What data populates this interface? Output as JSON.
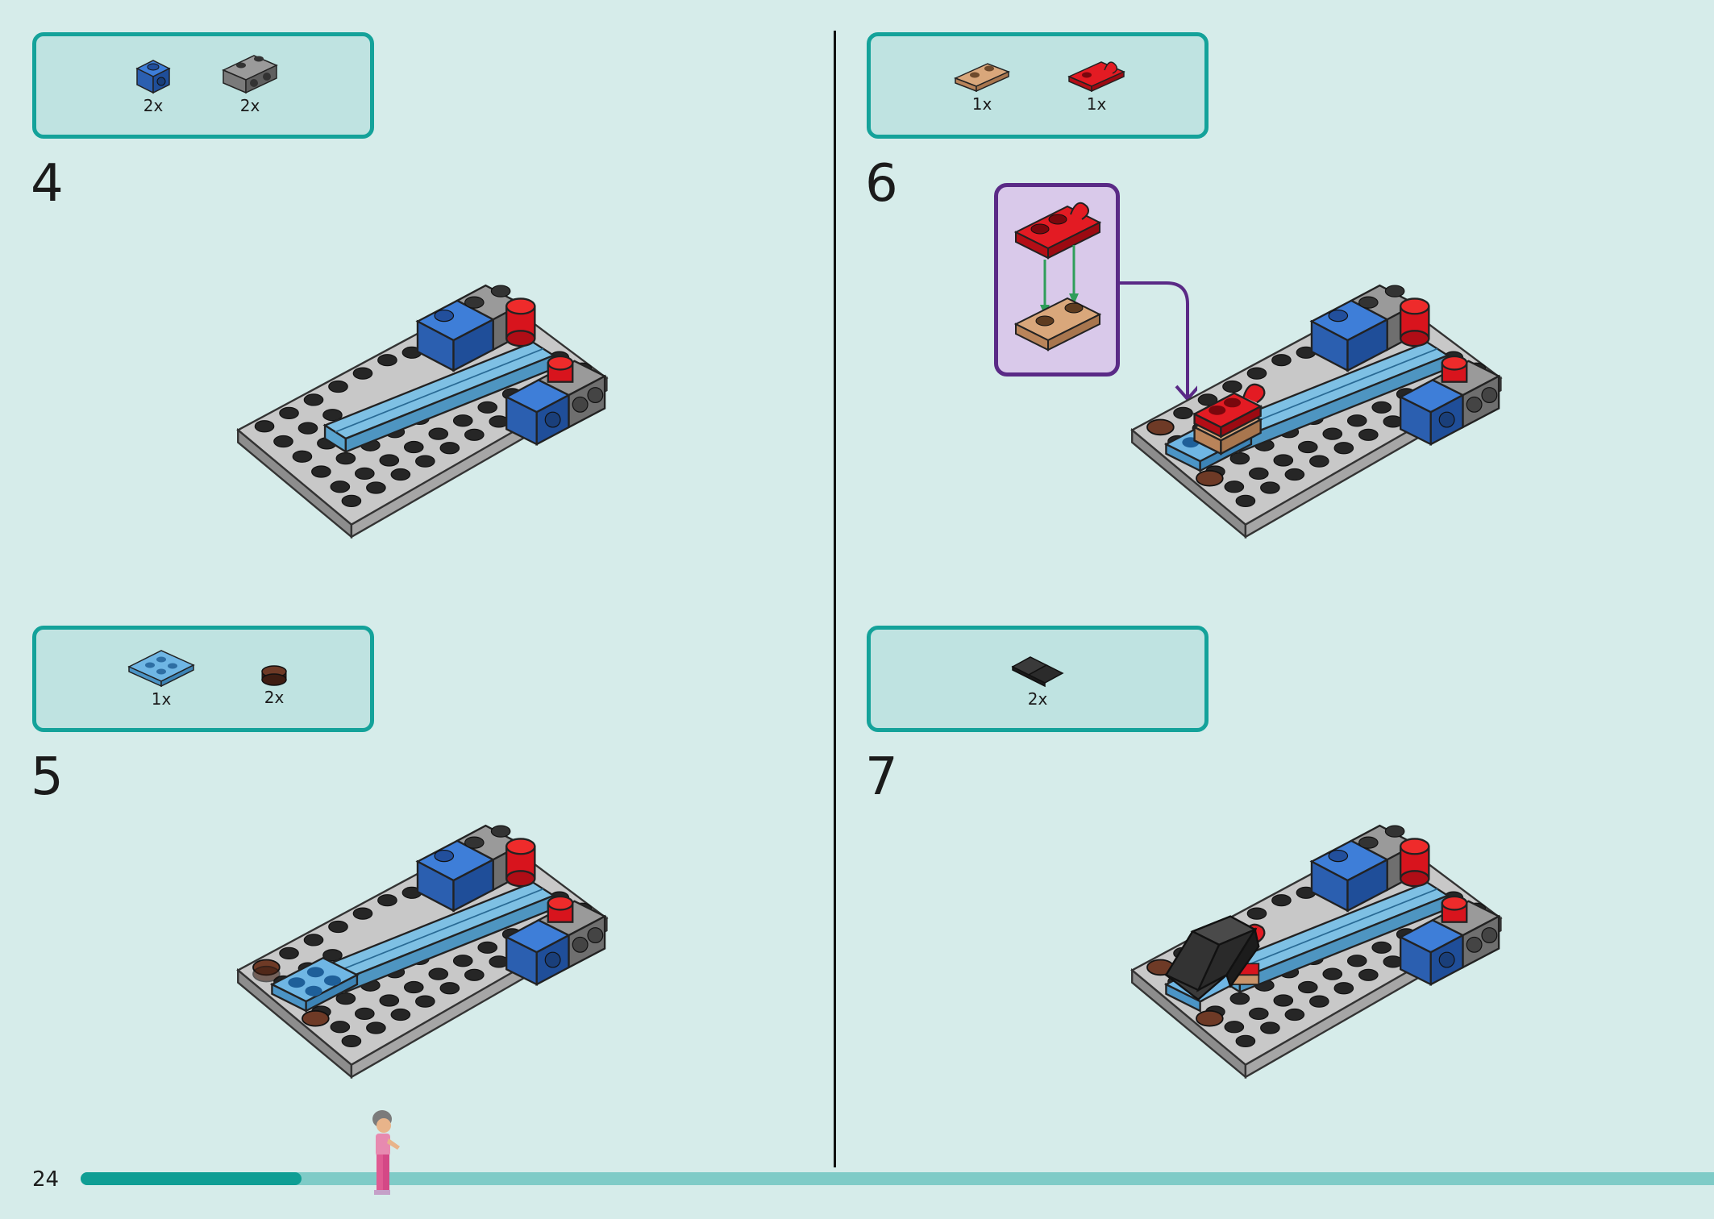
{
  "page_number": "24",
  "progress": 0.135,
  "steps": [
    {
      "number": "4",
      "parts": [
        {
          "name": "blue-brick-1x1-side-stud",
          "qty": "2x",
          "color": "#2f66c8"
        },
        {
          "name": "gray-brick-1x2-side-studs",
          "qty": "2x",
          "color": "#7a7a7a"
        }
      ]
    },
    {
      "number": "5",
      "parts": [
        {
          "name": "light-blue-plate-2x2",
          "qty": "1x",
          "color": "#58a9dc"
        },
        {
          "name": "brown-round-tile-1x1",
          "qty": "2x",
          "color": "#5a2c1c"
        }
      ]
    },
    {
      "number": "6",
      "parts": [
        {
          "name": "tan-plate-1x2",
          "qty": "1x",
          "color": "#c8946a"
        },
        {
          "name": "red-plate-clip",
          "qty": "1x",
          "color": "#d4101a"
        }
      ]
    },
    {
      "number": "7",
      "parts": [
        {
          "name": "black-slope-curved",
          "qty": "2x",
          "color": "#2b2b2b"
        }
      ]
    }
  ],
  "colors": {
    "background": "#d6ecea",
    "parts_box": "#bfe3e1",
    "parts_box_border": "#14a29a",
    "callout_border": "#5a2a86",
    "callout_fill": "#d9c9ea",
    "progress_fill": "#0f9e94",
    "progress_track": "#7fcbc7"
  }
}
